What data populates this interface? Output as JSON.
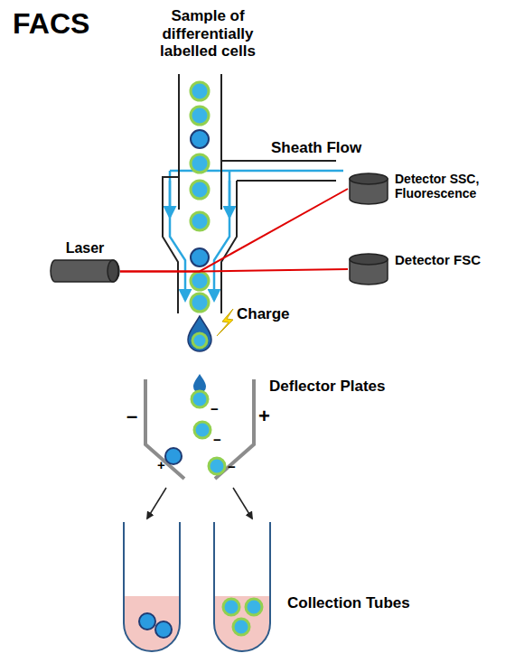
{
  "diagram": {
    "title": "FACS",
    "nodes": [
      {
        "text": [
          "Laser"
        ]
      },
      {
        "text": [
          "Detector SSC, Fluorescence"
        ]
      },
      {
        "text": [
          "Detector FSC"
        ]
      }
    ],
    "edges": [
      {
        "from": 0,
        "to": 2,
        "arrow": "none"
      },
      {
        "from": 0,
        "to": 1,
        "arrow": "none"
      }
    ],
    "labels": [
      "Sample of differentially labelled cells",
      "Sheath Flow",
      "Charge",
      "Deflector Plates",
      "–",
      "+",
      "−",
      "−",
      "+",
      "−",
      "Collection Tubes"
    ]
  }
}
